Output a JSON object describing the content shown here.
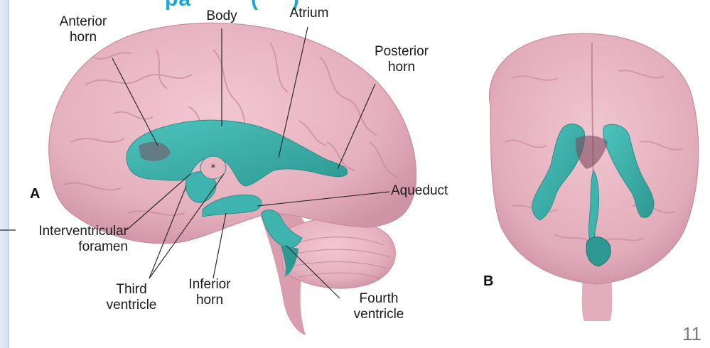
{
  "slide": {
    "title_fragment": "pa         (     )",
    "page_number": "11"
  },
  "panels": {
    "a_letter": "A",
    "b_letter": "B"
  },
  "labels": {
    "anterior_horn": "Anterior\nhorn",
    "body": "Body",
    "atrium": "Atrium",
    "posterior_horn": "Posterior\nhorn",
    "aqueduct": "Aqueduct",
    "interventricular_foramen": "Interventricular\nforamen",
    "third_ventricle": "Third\nventricle",
    "inferior_horn": "Inferior\nhorn",
    "fourth_ventricle": "Fourth\nventricle"
  },
  "colors": {
    "brain": "#e9b6c3",
    "brain_shade": "#d296a8",
    "ventricle": "#3fb3ad",
    "ventricle_dark": "#7e4a5d",
    "cerebellum": "#e2aebb",
    "title": "#18a6d8"
  }
}
